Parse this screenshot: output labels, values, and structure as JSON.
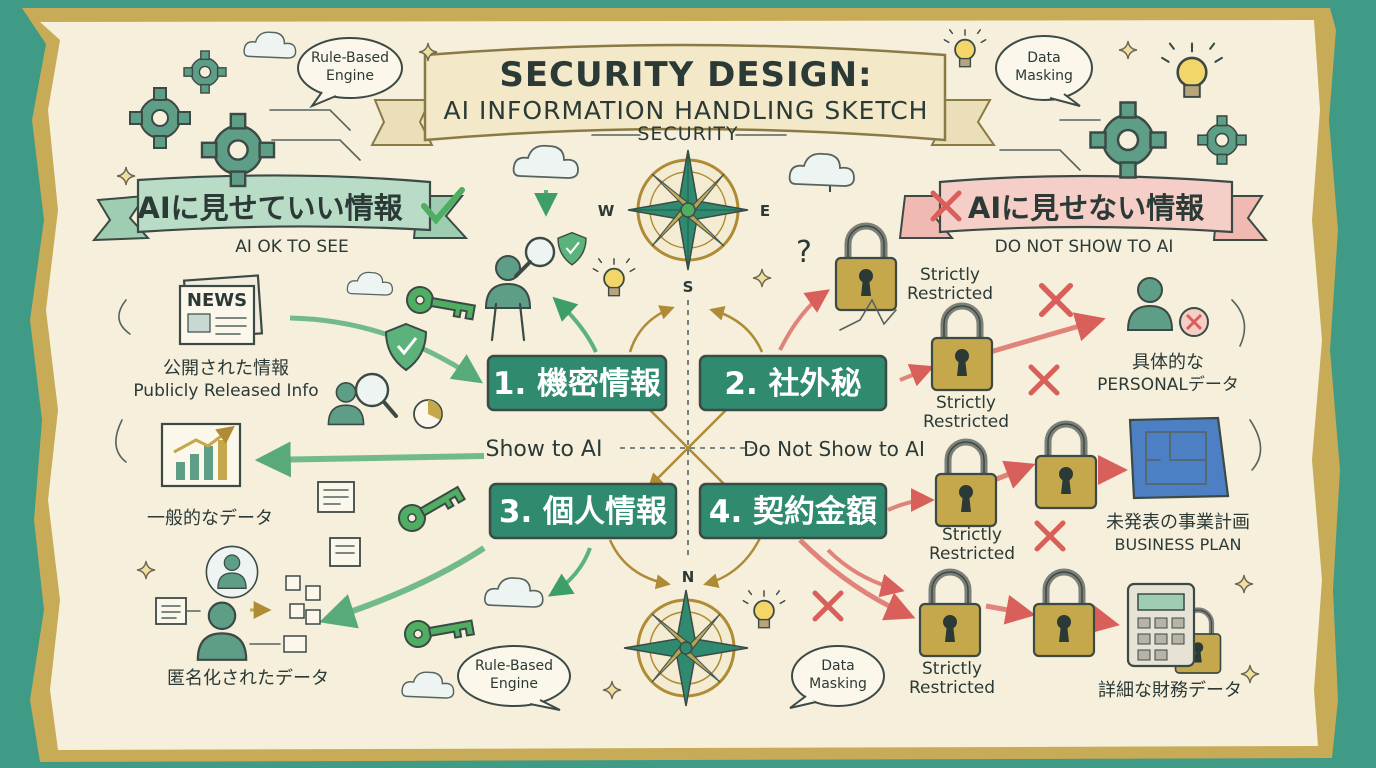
{
  "title": {
    "line1": "SECURITY DESIGN:",
    "line2": "AI INFORMATION HANDLING SKETCH",
    "subtitle": "SECURITY"
  },
  "left_banner": {
    "title": "AIに見せていい情報",
    "subtitle": "AI OK TO SEE"
  },
  "right_banner": {
    "title": "AIに見せない情報",
    "subtitle": "DO NOT SHOW TO AI"
  },
  "left_items": [
    {
      "jp": "公開された情報",
      "en": "Publicly Released Info"
    },
    {
      "jp": "一般的なデータ"
    },
    {
      "jp": "匿名化されたデータ"
    }
  ],
  "right_items": [
    {
      "jp": "具体的な",
      "en": "PERSONALデータ"
    },
    {
      "jp": "未発表の事業計画",
      "en": "BUSINESS PLAN"
    },
    {
      "jp": "詳細な財務データ"
    }
  ],
  "categories": [
    "1. 機密情報",
    "2. 社外秘",
    "3. 個人情報",
    "4. 契約金額"
  ],
  "axis_labels": {
    "left": "Show to AI",
    "right": "Do Not Show to AI"
  },
  "compass": {
    "top": {
      "w": "W",
      "e": "E",
      "s": "S"
    },
    "bottom": {
      "n": "N"
    }
  },
  "restricted_label_line1": "Strictly",
  "restricted_label_line2": "Restricted",
  "speech_bubbles": {
    "top_left": {
      "line1": "Rule-Based",
      "line2": "Engine"
    },
    "top_right": {
      "line1": "Data",
      "line2": "Masking"
    },
    "bottom_left": {
      "line1": "Rule-Based",
      "line2": "Engine"
    },
    "bottom_right": {
      "line1": "Data",
      "line2": "Masking"
    }
  },
  "news_label": "NEWS",
  "colors": {
    "teal": "#2f8a6f",
    "green_ok": "#4fae62",
    "red_ng": "#d9605a",
    "gold": "#b89a3e",
    "paper": "#f6efdc"
  },
  "icons": [
    "gear-icon",
    "lightbulb-icon",
    "cloud-icon",
    "padlock-icon",
    "key-icon",
    "shield-check-icon",
    "magnifier-icon",
    "bar-chart-icon",
    "compass-icon",
    "person-icon",
    "calculator-icon",
    "blueprint-icon",
    "cross-icon",
    "check-icon"
  ]
}
